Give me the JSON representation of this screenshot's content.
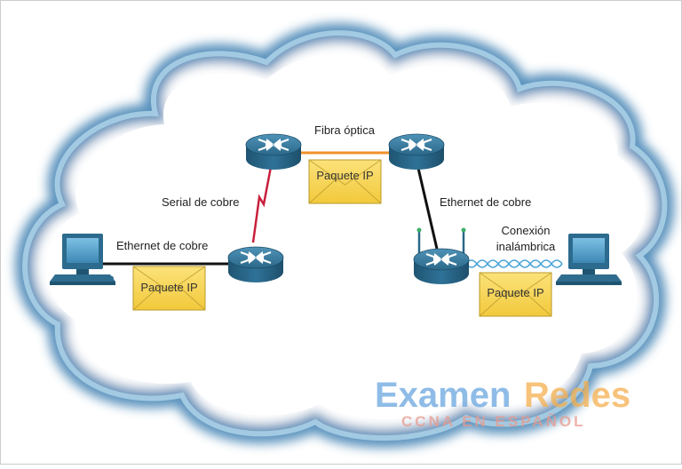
{
  "labels": {
    "fiber": "Fibra óptica",
    "serial": "Serial de cobre",
    "ethernet_left": "Ethernet de cobre",
    "ethernet_right": "Ethernet de cobre",
    "wireless_line1": "Conexión",
    "wireless_line2": "inalámbrica"
  },
  "packets": {
    "top": "Paquete IP",
    "left": "Paquete IP",
    "right": "Paquete IP"
  },
  "watermark": {
    "word1": "Examen",
    "word2": "Redes",
    "subtitle": "CCNA EN ESPAÑOL"
  },
  "colors": {
    "cloud_edge": "#3d7fb1",
    "cloud_fill": "#ffffff",
    "router": "#2f6d8f",
    "fiber_link": "#f0922a",
    "serial_link": "#c8203c",
    "ethernet_link": "#111111",
    "wireless_link": "#4aa3d8",
    "envelope": "#f7d54c",
    "watermark_blue": "#6aa6e0",
    "watermark_orange": "#f5b04f"
  },
  "icons": [
    "router-icon",
    "wireless-router-icon",
    "pc-icon",
    "envelope-icon"
  ]
}
